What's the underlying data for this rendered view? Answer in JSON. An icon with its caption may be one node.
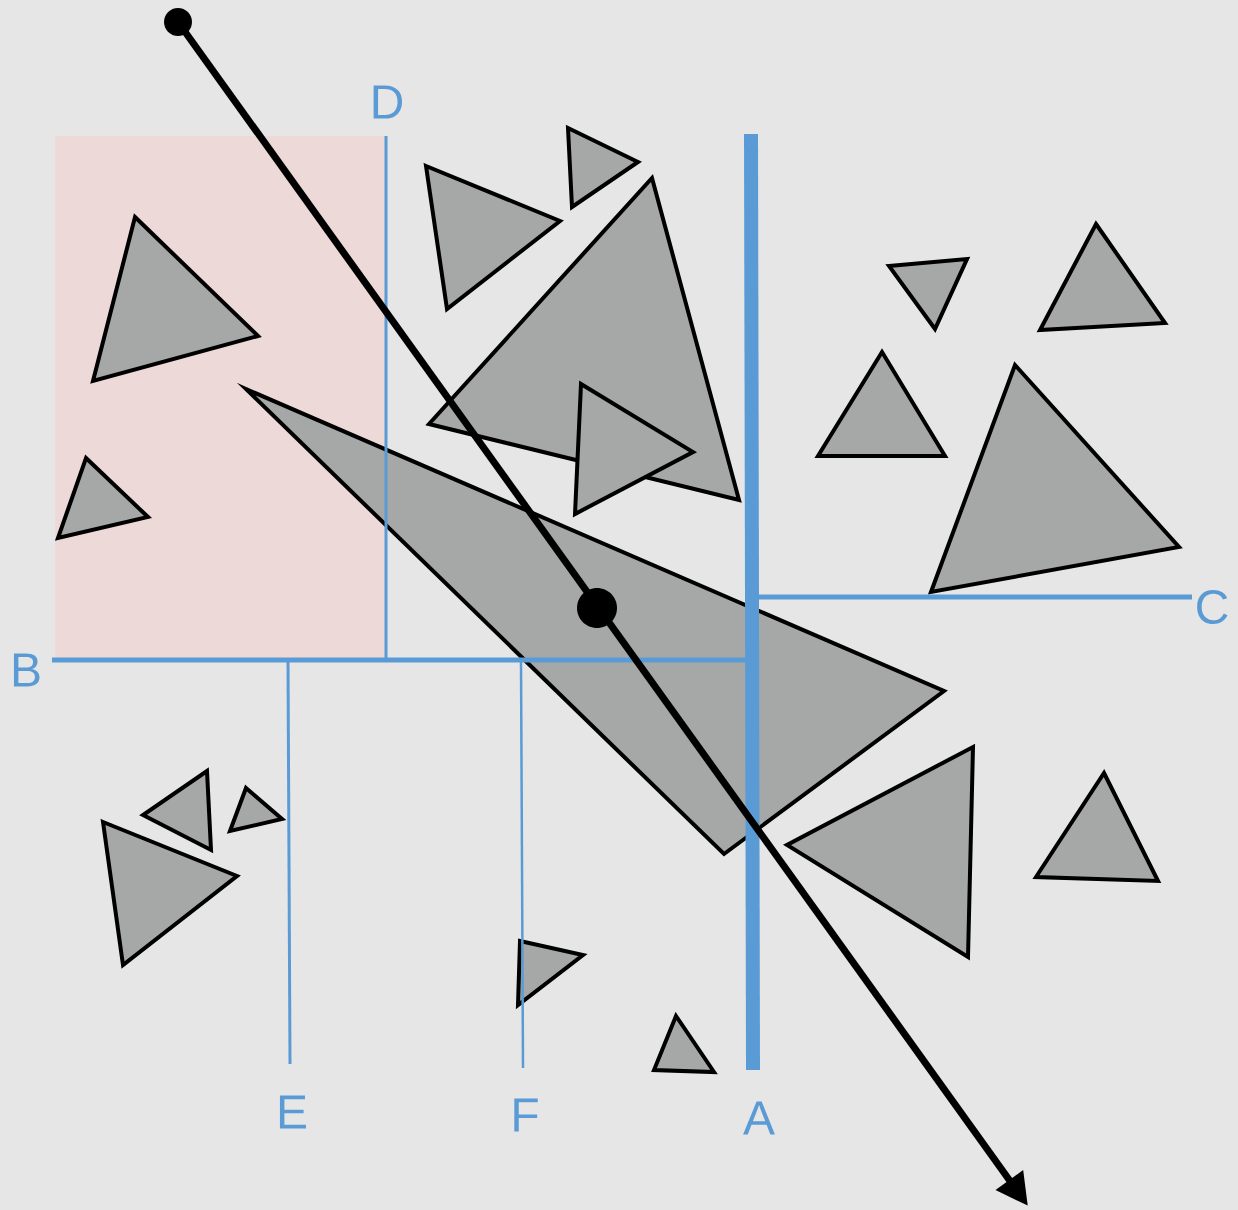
{
  "diagram": {
    "labels": [
      "D",
      "B",
      "C",
      "E",
      "F",
      "A"
    ]
  }
}
